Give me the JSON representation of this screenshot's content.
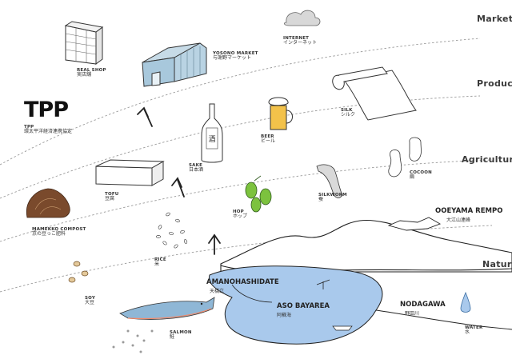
{
  "categories": [
    "Market",
    "Product",
    "Agriculture",
    "Nature"
  ],
  "tpp": {
    "logo": "TPP",
    "en": "TPP",
    "jp": "環太平洋経済連携協定"
  },
  "items": {
    "real_shop": {
      "en": "REAL SHOP",
      "jp": "実店舗"
    },
    "yosono_market": {
      "en": "YOSONO MARKET",
      "jp": "与謝野マーケット"
    },
    "internet": {
      "en": "INTERNET",
      "jp": "インターネット"
    },
    "sake": {
      "en": "SAKE",
      "jp": "日本酒"
    },
    "sake_label": "酒",
    "beer": {
      "en": "BEER",
      "jp": "ビール"
    },
    "silk": {
      "en": "SILK",
      "jp": "シルク"
    },
    "tofu": {
      "en": "TOFU",
      "jp": "豆腐"
    },
    "hop": {
      "en": "HOP",
      "jp": "ホップ"
    },
    "silkworm": {
      "en": "SILKWORM",
      "jp": "蚕"
    },
    "cocoon": {
      "en": "COCOON",
      "jp": "繭"
    },
    "mamekko": {
      "en": "MAMEKKO COMPOST",
      "jp": "京の豆っこ肥料"
    },
    "rice": {
      "en": "RICE",
      "jp": "米"
    },
    "soy": {
      "en": "SOY",
      "jp": "大豆"
    },
    "salmon": {
      "en": "SALMON",
      "jp": "鮭"
    },
    "water": {
      "en": "WATER",
      "jp": "水"
    }
  },
  "places": {
    "ooeyama": {
      "en": "OOEYAMA REMPO",
      "jp": "大江山連峰"
    },
    "amanohashidate": {
      "en": "AMANOHASHIDATE",
      "jp": "天橋立"
    },
    "aso_bay": {
      "en": "ASO BAYAREA",
      "jp": "阿蘇海"
    },
    "nodagawa": {
      "en": "NODAGAWA",
      "jp": "野田川"
    }
  },
  "colors": {
    "water": "#a9c9ec",
    "building_blue": "#a8c8dc",
    "beer": "#f3c24a",
    "line": "#222222",
    "dashed": "#9a9a9a",
    "compost": "#7a4a2c"
  }
}
